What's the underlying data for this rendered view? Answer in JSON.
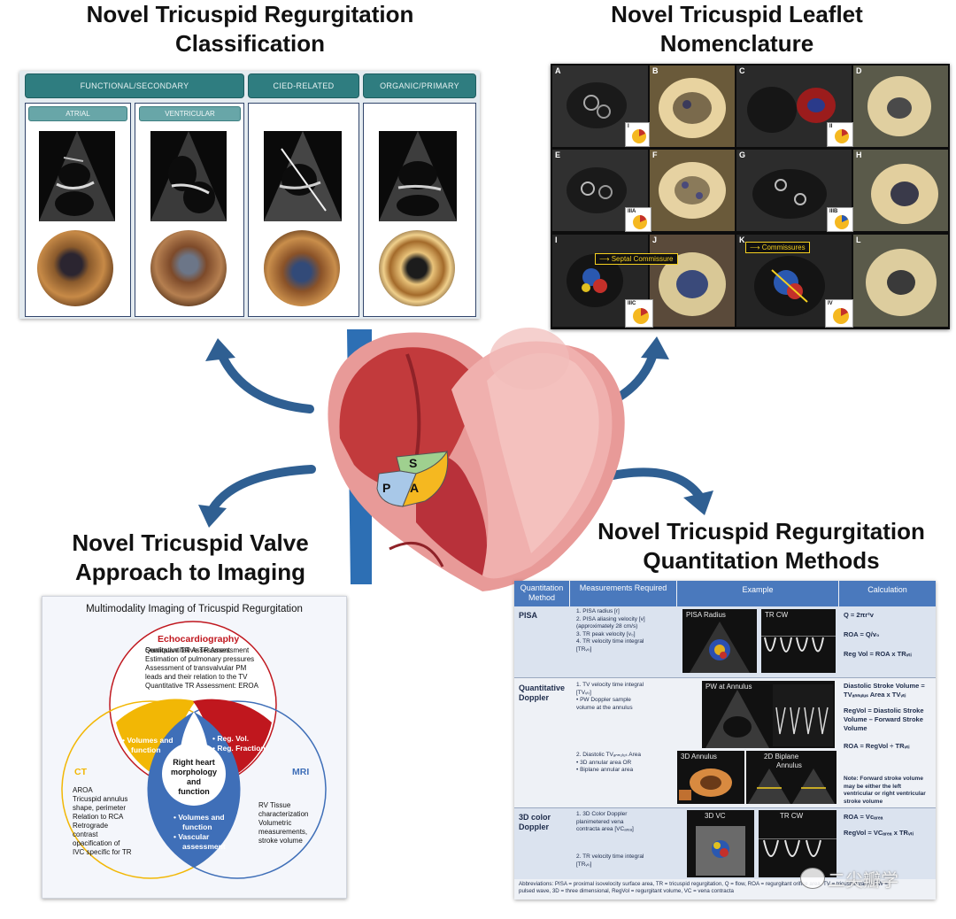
{
  "titles": {
    "top_left": [
      "Novel Tricuspid Regurgitation",
      "Classification"
    ],
    "top_right": [
      "Novel Tricuspid Leaflet",
      "Nomenclature"
    ],
    "bottom_left": [
      "Novel Tricuspid Valve",
      "Approach to Imaging"
    ],
    "bottom_right": [
      "Novel Tricuspid Regurgitation",
      "Quantitation Methods"
    ]
  },
  "classification": {
    "categories": [
      "FUNCTIONAL/SECONDARY",
      "CIED-RELATED",
      "ORGANIC/PRIMARY"
    ],
    "subcategories": [
      "ATRIAL",
      "VENTRICULAR"
    ]
  },
  "nomenclature": {
    "panel_letters": [
      "A",
      "B",
      "C",
      "D",
      "E",
      "F",
      "G",
      "H",
      "I",
      "J",
      "K",
      "L"
    ],
    "inset_labels": [
      "I",
      "II",
      "IIIA",
      "IIIB",
      "IIIC",
      "IV"
    ],
    "callouts": [
      "Septal Commissure",
      "Commissures"
    ]
  },
  "heart": {
    "leaflets": [
      "S",
      "P",
      "A"
    ],
    "colors": {
      "septal": "#9fd08f",
      "posterior": "#a8c8e8",
      "anterior": "#f5b820",
      "myocardium": "#c0393b"
    }
  },
  "imaging": {
    "title": "Multimodality Imaging of Tricuspid Regurgitation",
    "echo_title": "Echocardiography",
    "echo_items": [
      "Qualitative TR Assessment",
      "Semiquantitative TR Assessment",
      "Estimation of pulmonary pressures",
      "Assessment of transvalvular PM",
      "leads and their relation to the TV",
      "Quantitative TR Assessment: EROA"
    ],
    "ct_title": "CT",
    "ct_items": [
      "AROA",
      "Tricuspid annulus",
      "shape, perimeter",
      "Relation to RCA",
      "Retrograde",
      "contrast",
      "opacification of",
      "IVC specific for TR"
    ],
    "mri_title": "MRI",
    "mri_items": [
      "RV Tissue",
      "characterization",
      "Volumetric",
      "measurements,",
      "stroke volume"
    ],
    "echo_ct": [
      "• Volumes and",
      "function"
    ],
    "echo_mri": [
      "• Reg. Vol.",
      "• Reg. Fraction"
    ],
    "ct_mri": [
      "• Volumes and",
      "function",
      "• Vascular",
      "assessment"
    ],
    "center": [
      "Right heart",
      "morphology",
      "and",
      "function"
    ],
    "colors": {
      "echo": "#c0171e",
      "ct": "#f2b705",
      "mri": "#3f6fb8"
    }
  },
  "quant": {
    "headers": [
      "Quantitation Method",
      "Measurements Required",
      "Example",
      "Calculation"
    ],
    "rows": [
      {
        "method": "PISA",
        "measurements": [
          "1.  PISA radius [r]",
          "2.  PISA aliasing velocity [v]",
          "     (approximately 28 cm/s)",
          "3.  TR peak velocity [v₀]",
          "4.  TR velocity time integral",
          "     [TRᵥₜᵢ]"
        ],
        "examples": [
          "PISA Radius",
          "TR CW"
        ],
        "calc": [
          "Q = 2πr²v",
          "ROA = Q/v₀",
          "Reg Vol = ROA x TRᵥₜᵢ"
        ]
      },
      {
        "method": "Quantitative Doppler",
        "measurements": [
          "1.  TV  velocity time integral",
          "     [TVᵥₜᵢ]",
          "•   PW Doppler sample",
          "     volume at the annulus"
        ],
        "measurements2": [
          "2.  Diastolic TVₐₙₙᵤₗᵤₛ Area",
          "•   3D annular area OR",
          "•   Biplane annular area"
        ],
        "examples": [
          "PW at Annulus",
          "3D Annulus",
          "2D Biplane",
          "Annulus"
        ],
        "calc": [
          "Diastolic Stroke Volume =",
          "TVₐₙₙᵤₗᵤₛ Area x TVᵥₜᵢ",
          "",
          "RegVol  = Diastolic Stroke",
          "Volume – Forward Stroke",
          "Volume",
          "",
          "ROA = RegVol ÷ TRᵥₜᵢ"
        ],
        "note": [
          "Note:  Forward stroke volume",
          "may be either the left",
          "ventricular or right ventricular",
          "stroke volume"
        ]
      },
      {
        "method": "3D color Doppler",
        "measurements": [
          "1.  3D Color Doppler",
          "     planimetered vena",
          "     contracta area [VCₐᵣₑₐ]"
        ],
        "measurements2": [
          "2.  TR velocity time integral",
          "     [TRᵥₜᵢ]"
        ],
        "examples": [
          "3D VC",
          "TR CW"
        ],
        "calc": [
          "ROA = Vcₐᵣₑₐ",
          "RegVol = VCₐᵣₑₐ  x  TRᵥₜᵢ"
        ]
      }
    ],
    "abbreviations": [
      "Abbreviations:  PISA = proximal isovelocity surface area, TR = tricuspid regurgitation, Q = flow, ROA = regurgitant orifice area, TV = tricuspid valve, PW =",
      "pulsed wave,  3D = three dimensional, RegVol = regurgitant volume, VC = vena contracta"
    ]
  },
  "watermark": "二尖瓣学"
}
